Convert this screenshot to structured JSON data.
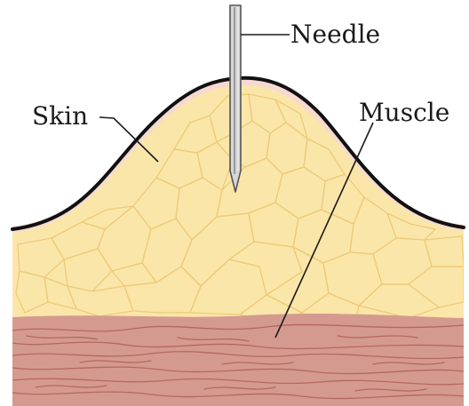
{
  "labels": {
    "needle": "Needle",
    "skin": "Skin",
    "muscle": "Muscle"
  },
  "colors": {
    "fat_fill": "#fbe6a9",
    "fat_cell_lines": "#eccb7a",
    "skin_edge_pink": "#f7d9d3",
    "skin_outline": "#111111",
    "muscle_fill": "#d59a8f",
    "muscle_fiber": "#b4685f",
    "needle_fill": "#d6d6d6",
    "needle_outline": "#555555",
    "text": "#1a1a1a"
  },
  "icons": {
    "needle": "needle-icon"
  }
}
